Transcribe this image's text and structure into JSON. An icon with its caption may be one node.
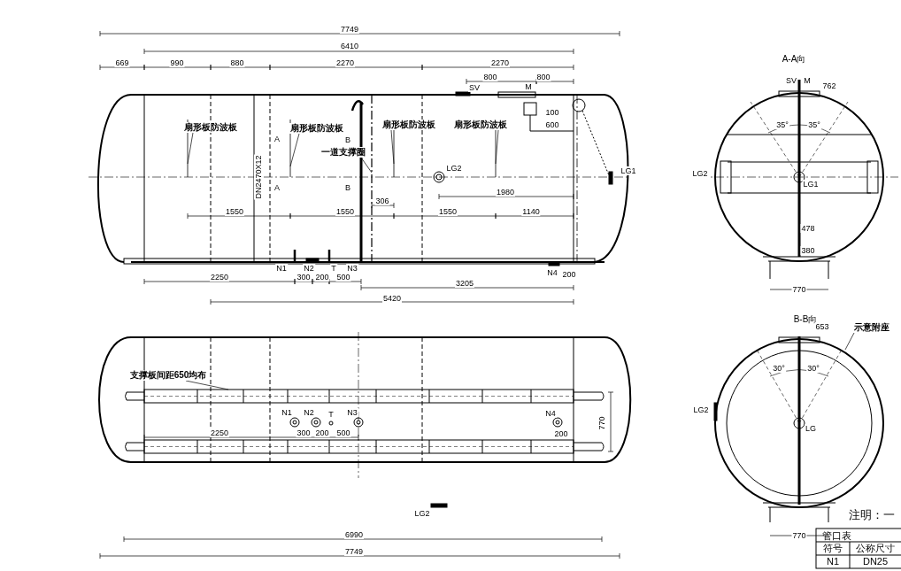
{
  "diagram": {
    "nodes": [
      {
        "text": [
          "扇形板防波板"
        ]
      },
      {
        "text": [
          "扇形板防波板"
        ]
      },
      {
        "text": [
          "扇形板防波板"
        ]
      },
      {
        "text": [
          "扇形板防波板"
        ]
      },
      {
        "text": [
          "一道支撑圈"
        ]
      },
      {
        "text": [
          "支撑板间距650均布"
        ]
      },
      {
        "text": [
          "示意附座"
        ]
      }
    ],
    "edges": [
      {
        "from": 0,
        "to": null,
        "arrow": "none"
      },
      {
        "from": 1,
        "to": null,
        "arrow": "none"
      },
      {
        "from": 2,
        "to": null,
        "arrow": "none"
      },
      {
        "from": 3,
        "to": null,
        "arrow": "none"
      },
      {
        "from": 4,
        "to": null,
        "arrow": "none"
      },
      {
        "from": 5,
        "to": null,
        "arrow": "none"
      },
      {
        "from": 6,
        "to": null,
        "arrow": "none"
      }
    ],
    "labels": [
      "7749",
      "6410",
      "669",
      "990",
      "880",
      "2270",
      "2270",
      "800",
      "800",
      "SV",
      "M",
      "100",
      "600",
      "A",
      "B",
      "LG2",
      "DN2470X12",
      "A",
      "B",
      "1980",
      "306",
      "1550",
      "1550",
      "1550",
      "1140",
      "LG1",
      "N1",
      "N2",
      "T",
      "N3",
      "N4",
      "200",
      "2250",
      "300",
      "200",
      "500",
      "3205",
      "5420",
      "N1",
      "N2",
      "T",
      "N3",
      "N4",
      "2250",
      "300",
      "200",
      "500",
      "200",
      "770",
      "LG2",
      "6990",
      "7749",
      "A-A向",
      "SV",
      "M",
      "762",
      "35°",
      "35°",
      "LG2",
      "LG1",
      "478",
      "380",
      "770",
      "B-B向",
      "653",
      "30°",
      "30°",
      "LG2",
      "LG",
      "770",
      "注明：一",
      "管口表",
      "符号",
      "公称尺寸",
      "N1",
      "DN25"
    ]
  }
}
